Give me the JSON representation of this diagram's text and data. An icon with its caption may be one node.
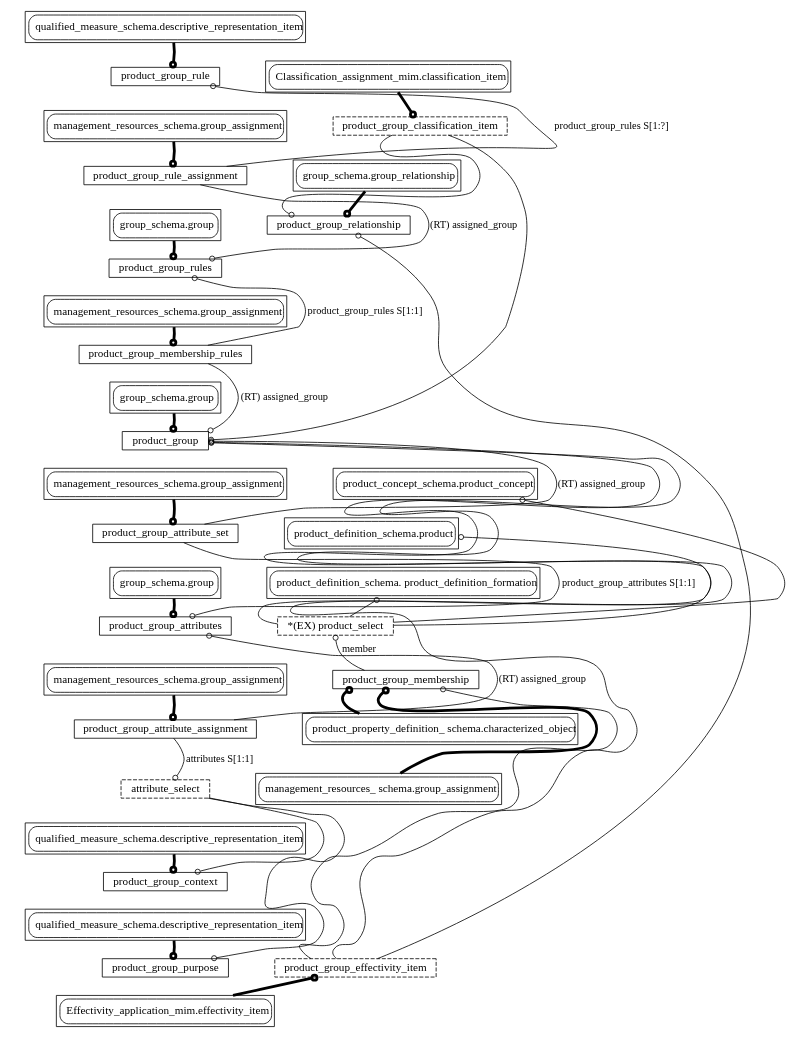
{
  "diagram": {
    "nodes": [
      {
        "text": [
          "qualified_measure_schema.descriptive_representation_item"
        ]
      },
      {
        "text": [
          "product_group_rule"
        ]
      },
      {
        "text": [
          "Classification_assignment_mim.classification_item"
        ]
      },
      {
        "text": [
          "management_resources_schema.group_assignment"
        ]
      },
      {
        "text": [
          "product_group_classification_item"
        ]
      },
      {
        "text": [
          "product_group_rule_assignment"
        ]
      },
      {
        "text": [
          "group_schema.group_relationship"
        ]
      },
      {
        "text": [
          "group_schema.group"
        ]
      },
      {
        "text": [
          "product_group_relationship"
        ]
      },
      {
        "text": [
          "product_group_rules"
        ]
      },
      {
        "text": [
          "management_resources_schema.group_assignment"
        ]
      },
      {
        "text": [
          "product_group_membership_rules"
        ]
      },
      {
        "text": [
          "group_schema.group"
        ]
      },
      {
        "text": [
          "product_group"
        ]
      },
      {
        "text": [
          "management_resources_schema.group_assignment"
        ]
      },
      {
        "text": [
          "product_group_attribute_set"
        ]
      },
      {
        "text": [
          "product_concept_schema.product_concept"
        ]
      },
      {
        "text": [
          "product_definition_schema.product"
        ]
      },
      {
        "text": [
          "group_schema.group"
        ]
      },
      {
        "text": [
          "product_definition_schema. product_definition_formation"
        ]
      },
      {
        "text": [
          "product_group_attributes"
        ]
      },
      {
        "text": [
          "*(EX) product_select"
        ]
      },
      {
        "text": [
          "management_resources_schema.group_assignment"
        ]
      },
      {
        "text": [
          "product_group_membership"
        ]
      },
      {
        "text": [
          "product_group_attribute_assignment"
        ]
      },
      {
        "text": [
          "product_property_definition_ schema.characterized_object"
        ]
      },
      {
        "text": [
          "attribute_select"
        ]
      },
      {
        "text": [
          "management_resources_ schema.group_assignment"
        ]
      },
      {
        "text": [
          "qualified_measure_schema.descriptive_representation_item"
        ]
      },
      {
        "text": [
          "product_group_context"
        ]
      },
      {
        "text": [
          "qualified_measure_schema.descriptive_representation_item"
        ]
      },
      {
        "text": [
          "product_group_purpose"
        ]
      },
      {
        "text": [
          "product_group_effectivity_item"
        ]
      },
      {
        "text": [
          "Effectivity_application_mim.effectivity_item"
        ]
      }
    ],
    "edges": [
      {
        "from": 0,
        "to": 1,
        "arrow": "other",
        "style": "thick"
      },
      {
        "from": 2,
        "to": 4,
        "arrow": "other",
        "style": "thick"
      },
      {
        "from": 3,
        "to": 5,
        "arrow": "other",
        "style": "thick"
      },
      {
        "from": 5,
        "to": 1,
        "arrow": "other",
        "label": "product_group_rules S[1:?]"
      },
      {
        "from": 5,
        "to": 9,
        "arrow": "other",
        "label": "(RT) assigned_group"
      },
      {
        "from": 6,
        "to": 8,
        "arrow": "other",
        "style": "thick"
      },
      {
        "from": 4,
        "to": 8,
        "arrow": "other"
      },
      {
        "from": 7,
        "to": 9,
        "arrow": "other",
        "style": "thick"
      },
      {
        "from": 10,
        "to": 11,
        "arrow": "other",
        "style": "thick"
      },
      {
        "from": 11,
        "to": 9,
        "arrow": "other",
        "label": "product_group_rules S[1:1]"
      },
      {
        "from": 11,
        "to": 13,
        "arrow": "other",
        "label": "(RT) assigned_group"
      },
      {
        "from": 12,
        "to": 13,
        "arrow": "other",
        "style": "thick"
      },
      {
        "from": 4,
        "to": 13,
        "arrow": "other"
      },
      {
        "from": 32,
        "to": 8,
        "arrow": "other"
      },
      {
        "from": 32,
        "to": 13,
        "arrow": "other"
      },
      {
        "from": 21,
        "to": 13,
        "arrow": "other"
      },
      {
        "from": 14,
        "to": 15,
        "arrow": "other",
        "style": "thick"
      },
      {
        "from": 15,
        "to": 13,
        "arrow": "other",
        "label": "(RT) assigned_group"
      },
      {
        "from": 15,
        "to": 20,
        "arrow": "other",
        "label": "product_group_attributes S[1:1]"
      },
      {
        "from": 18,
        "to": 20,
        "arrow": "other",
        "style": "thick"
      },
      {
        "from": 21,
        "to": 16,
        "arrow": "other"
      },
      {
        "from": 21,
        "to": 17,
        "arrow": "other"
      },
      {
        "from": 21,
        "to": 19,
        "arrow": "other"
      },
      {
        "from": 23,
        "to": 21,
        "arrow": "other",
        "label": "member"
      },
      {
        "from": 32,
        "to": 23,
        "arrow": "other"
      },
      {
        "from": 25,
        "to": 23,
        "arrow": "other",
        "style": "thick"
      },
      {
        "from": 27,
        "to": 23,
        "arrow": "other",
        "style": "thick"
      },
      {
        "from": 22,
        "to": 24,
        "arrow": "other",
        "style": "thick"
      },
      {
        "from": 24,
        "to": 20,
        "arrow": "other",
        "label": "(RT) assigned_group"
      },
      {
        "from": 24,
        "to": 26,
        "arrow": "other",
        "label": "attributes S[1:1]"
      },
      {
        "from": 28,
        "to": 29,
        "arrow": "other",
        "style": "thick"
      },
      {
        "from": 26,
        "to": 29,
        "arrow": "other"
      },
      {
        "from": 30,
        "to": 31,
        "arrow": "other",
        "style": "thick"
      },
      {
        "from": 26,
        "to": 31,
        "arrow": "other"
      },
      {
        "from": 33,
        "to": 32,
        "arrow": "other",
        "style": "thick"
      }
    ]
  }
}
